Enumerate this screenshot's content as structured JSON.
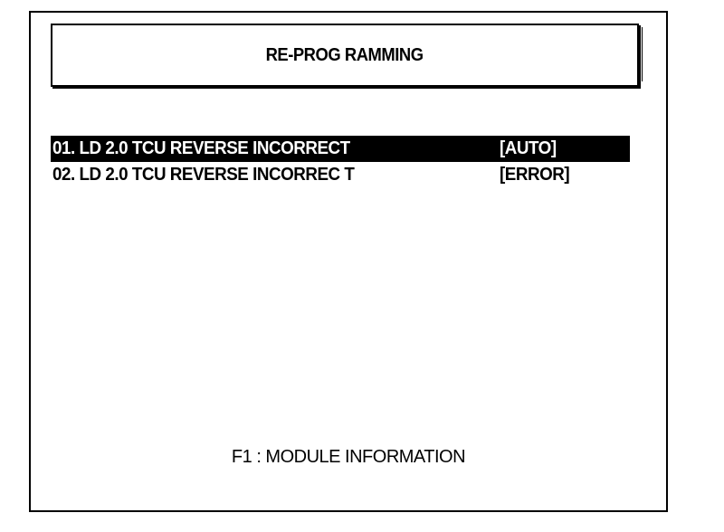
{
  "title": "RE-PROG RAMMING",
  "items": [
    {
      "label": "01. LD 2.0 TCU REVERSE INCORRECT",
      "status": "[AUTO]",
      "selected": true
    },
    {
      "label": "02. LD 2.0 TCU REVERSE INCORREC T",
      "status": "[ERROR]",
      "selected": false
    }
  ],
  "footer": {
    "text": "F1  :  MODULE INFORMATION"
  },
  "colors": {
    "background": "#ffffff",
    "foreground": "#000000",
    "selection": "#000000",
    "selection_text": "#ffffff"
  }
}
